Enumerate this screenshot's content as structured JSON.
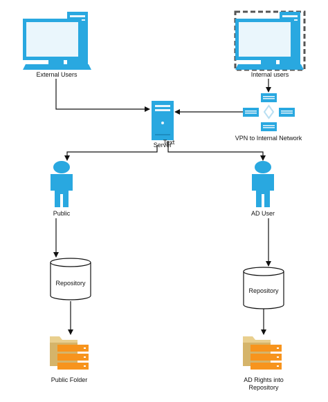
{
  "nodes": {
    "external_users": {
      "label": "External Users",
      "icon": "desktop-computer-icon"
    },
    "internal_users": {
      "label": "Internal users",
      "icon": "desktop-computer-icon"
    },
    "vpn": {
      "label": "VPN to Internal Network",
      "icon": "network-hub-icon"
    },
    "server": {
      "label": "Server",
      "icon": "server-tower-icon"
    },
    "server_overlay": {
      "label": "Text"
    },
    "public": {
      "label": "Public",
      "icon": "user-icon"
    },
    "ad_user": {
      "label": "AD User",
      "icon": "user-icon"
    },
    "repository_left": {
      "label": "Repository",
      "icon": "database-cylinder-icon"
    },
    "repository_right": {
      "label": "Repository",
      "icon": "database-cylinder-icon"
    },
    "public_folder": {
      "label": "Public Folder",
      "icon": "folder-server-icon"
    },
    "ad_rights": {
      "label": "AD Rights into Repository",
      "icon": "folder-server-icon"
    }
  },
  "edges": [
    {
      "from": "external_users",
      "to": "server"
    },
    {
      "from": "internal_users",
      "to": "vpn"
    },
    {
      "from": "vpn",
      "to": "server"
    },
    {
      "from": "server",
      "to": "public"
    },
    {
      "from": "server",
      "to": "ad_user"
    },
    {
      "from": "public",
      "to": "repository_left"
    },
    {
      "from": "ad_user",
      "to": "repository_right"
    },
    {
      "from": "repository_left",
      "to": "public_folder"
    },
    {
      "from": "repository_right",
      "to": "ad_rights"
    }
  ],
  "colors": {
    "icon_blue": "#29a8e0",
    "icon_blue_dark": "#1d8cc0",
    "screen_light": "#eaf6fc",
    "folder_tan": "#e9cf8e",
    "folder_tan_dark": "#d5b46a",
    "server_orange": "#f7941d",
    "server_orange_dark": "#e07b0a",
    "line": "#111111"
  }
}
